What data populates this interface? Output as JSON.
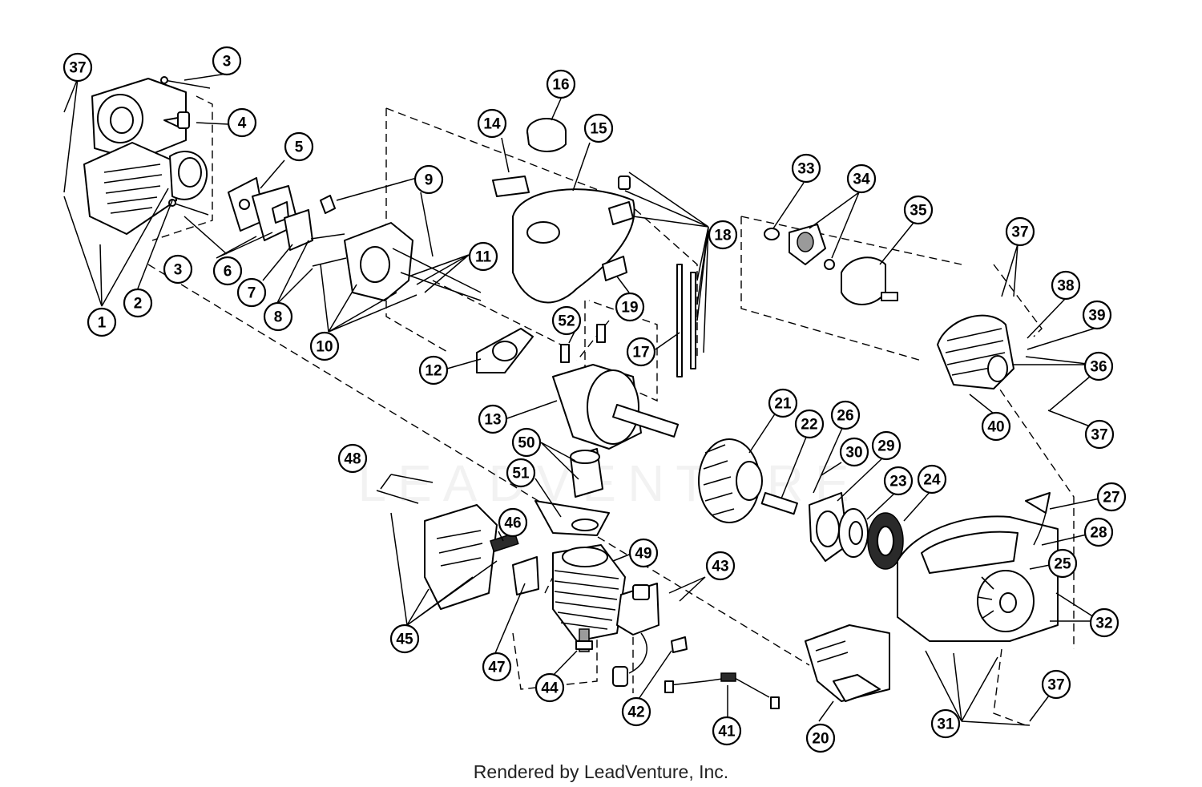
{
  "footer": {
    "credit": "Rendered by LeadVenture, Inc."
  },
  "watermark": {
    "text": "LEADVENTURE"
  },
  "callouts": [
    {
      "label": "37"
    },
    {
      "label": "3"
    },
    {
      "label": "4"
    },
    {
      "label": "5"
    },
    {
      "label": "1"
    },
    {
      "label": "2"
    },
    {
      "label": "3"
    },
    {
      "label": "6"
    },
    {
      "label": "7"
    },
    {
      "label": "8"
    },
    {
      "label": "9"
    },
    {
      "label": "10"
    },
    {
      "label": "11"
    },
    {
      "label": "12"
    },
    {
      "label": "13"
    },
    {
      "label": "14"
    },
    {
      "label": "15"
    },
    {
      "label": "16"
    },
    {
      "label": "17"
    },
    {
      "label": "18"
    },
    {
      "label": "19"
    },
    {
      "label": "52"
    },
    {
      "label": "50"
    },
    {
      "label": "51"
    },
    {
      "label": "48"
    },
    {
      "label": "46"
    },
    {
      "label": "45"
    },
    {
      "label": "47"
    },
    {
      "label": "49"
    },
    {
      "label": "44"
    },
    {
      "label": "43"
    },
    {
      "label": "42"
    },
    {
      "label": "41"
    },
    {
      "label": "20"
    },
    {
      "label": "21"
    },
    {
      "label": "22"
    },
    {
      "label": "26"
    },
    {
      "label": "30"
    },
    {
      "label": "29"
    },
    {
      "label": "23"
    },
    {
      "label": "24"
    },
    {
      "label": "33"
    },
    {
      "label": "34"
    },
    {
      "label": "35"
    },
    {
      "label": "37"
    },
    {
      "label": "38"
    },
    {
      "label": "39"
    },
    {
      "label": "36"
    },
    {
      "label": "40"
    },
    {
      "label": "37"
    },
    {
      "label": "27"
    },
    {
      "label": "28"
    },
    {
      "label": "25"
    },
    {
      "label": "32"
    },
    {
      "label": "31"
    },
    {
      "label": "37"
    }
  ]
}
